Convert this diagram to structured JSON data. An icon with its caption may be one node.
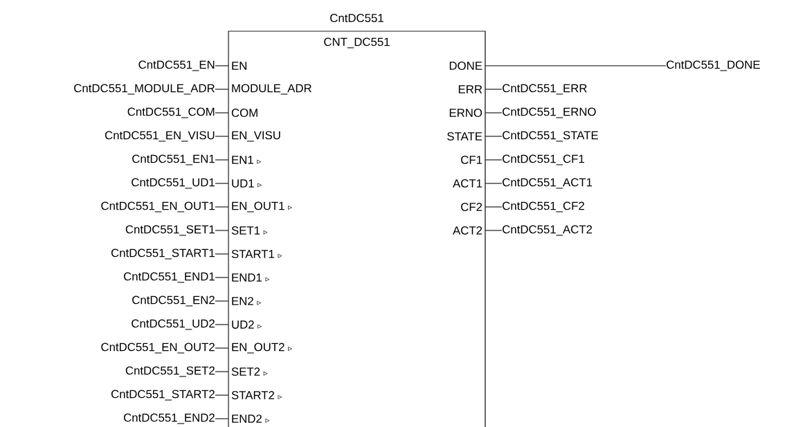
{
  "diagram": {
    "nodes": [
      {
        "text": [
          "CntDC551",
          "CNT_DC551"
        ]
      },
      {
        "text": [
          "EN"
        ],
        "in": 0
      },
      {
        "text": [
          "MODULE_ADR"
        ],
        "in": 0
      },
      {
        "text": [
          "COM"
        ],
        "in": 0
      },
      {
        "text": [
          "EN_VISU"
        ],
        "in": 0
      },
      {
        "text": [
          "EN1 ▹"
        ],
        "in": 0
      },
      {
        "text": [
          "UD1 ▹"
        ],
        "in": 0
      },
      {
        "text": [
          "EN_OUT1 ▹"
        ],
        "in": 0
      },
      {
        "text": [
          "SET1 ▹"
        ],
        "in": 0
      },
      {
        "text": [
          "START1 ▹"
        ],
        "in": 0
      },
      {
        "text": [
          "END1 ▹"
        ],
        "in": 0
      },
      {
        "text": [
          "EN2 ▹"
        ],
        "in": 0
      },
      {
        "text": [
          "UD2 ▹"
        ],
        "in": 0
      },
      {
        "text": [
          "EN_OUT2 ▹"
        ],
        "in": 0
      },
      {
        "text": [
          "SET2 ▹"
        ],
        "in": 0
      },
      {
        "text": [
          "START2 ▹"
        ],
        "in": 0
      },
      {
        "text": [
          "END2 ▹"
        ],
        "in": 0
      },
      {
        "text": [
          "DONE"
        ],
        "in": 0
      },
      {
        "text": [
          "ERR"
        ],
        "in": 0
      },
      {
        "text": [
          "ERNO"
        ],
        "in": 0
      },
      {
        "text": [
          "STATE"
        ],
        "in": 0
      },
      {
        "text": [
          "CF1"
        ],
        "in": 0
      },
      {
        "text": [
          "ACT1"
        ],
        "in": 0
      },
      {
        "text": [
          "CF2"
        ],
        "in": 0
      },
      {
        "text": [
          "ACT2"
        ],
        "in": 0
      },
      {
        "text": [
          "CntDC551_EN"
        ]
      },
      {
        "text": [
          "CntDC551_MODULE_ADR"
        ]
      },
      {
        "text": [
          "CntDC551_COM"
        ]
      },
      {
        "text": [
          "CntDC551_EN_VISU"
        ]
      },
      {
        "text": [
          "CntDC551_EN1"
        ]
      },
      {
        "text": [
          "CntDC551_UD1"
        ]
      },
      {
        "text": [
          "CntDC551_EN_OUT1"
        ]
      },
      {
        "text": [
          "CntDC551_SET1"
        ]
      },
      {
        "text": [
          "CntDC551_START1"
        ]
      },
      {
        "text": [
          "CntDC551_END1"
        ]
      },
      {
        "text": [
          "CntDC551_EN2"
        ]
      },
      {
        "text": [
          "CntDC551_UD2"
        ]
      },
      {
        "text": [
          "CntDC551_EN_OUT2"
        ]
      },
      {
        "text": [
          "CntDC551_SET2"
        ]
      },
      {
        "text": [
          "CntDC551_START2"
        ]
      },
      {
        "text": [
          "CntDC551_END2"
        ]
      },
      {
        "text": [
          "CntDC551_DONE"
        ]
      },
      {
        "text": [
          "CntDC551_ERR"
        ]
      },
      {
        "text": [
          "CntDC551_ERNO"
        ]
      },
      {
        "text": [
          "CntDC551_STATE"
        ]
      },
      {
        "text": [
          "CntDC551_CF1"
        ]
      },
      {
        "text": [
          "CntDC551_ACT1"
        ]
      },
      {
        "text": [
          "CntDC551_CF2"
        ]
      },
      {
        "text": [
          "CntDC551_ACT2"
        ]
      }
    ],
    "edges": [
      {
        "from": 25,
        "to": 1,
        "arrow": "none"
      },
      {
        "from": 26,
        "to": 2,
        "arrow": "none"
      },
      {
        "from": 27,
        "to": 3,
        "arrow": "none"
      },
      {
        "from": 28,
        "to": 4,
        "arrow": "none"
      },
      {
        "from": 29,
        "to": 5,
        "arrow": "none"
      },
      {
        "from": 30,
        "to": 6,
        "arrow": "none"
      },
      {
        "from": 31,
        "to": 7,
        "arrow": "none"
      },
      {
        "from": 32,
        "to": 8,
        "arrow": "none"
      },
      {
        "from": 33,
        "to": 9,
        "arrow": "none"
      },
      {
        "from": 34,
        "to": 10,
        "arrow": "none"
      },
      {
        "from": 35,
        "to": 11,
        "arrow": "none"
      },
      {
        "from": 36,
        "to": 12,
        "arrow": "none"
      },
      {
        "from": 37,
        "to": 13,
        "arrow": "none"
      },
      {
        "from": 38,
        "to": 14,
        "arrow": "none"
      },
      {
        "from": 39,
        "to": 15,
        "arrow": "none"
      },
      {
        "from": 40,
        "to": 16,
        "arrow": "none"
      },
      {
        "from": 17,
        "to": 41,
        "arrow": "none"
      },
      {
        "from": 18,
        "to": 42,
        "arrow": "none"
      },
      {
        "from": 19,
        "to": 43,
        "arrow": "none"
      },
      {
        "from": 20,
        "to": 44,
        "arrow": "none"
      },
      {
        "from": 21,
        "to": 45,
        "arrow": "none"
      },
      {
        "from": 22,
        "to": 46,
        "arrow": "none"
      },
      {
        "from": 23,
        "to": 47,
        "arrow": "none"
      },
      {
        "from": 24,
        "to": 48,
        "arrow": "none"
      }
    ]
  }
}
